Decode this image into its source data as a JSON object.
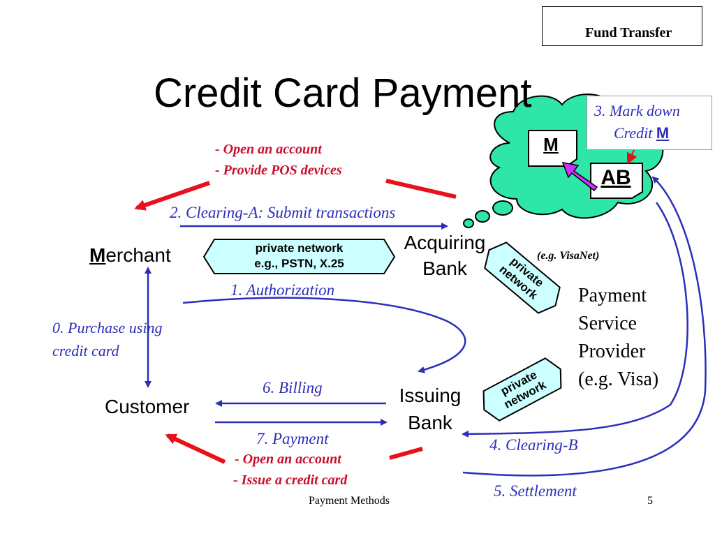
{
  "slide": {
    "title": "Credit Card Payment",
    "legend_label": "Fund Transfer",
    "footer_center": "Payment Methods",
    "footer_page": "5"
  },
  "nodes": {
    "merchant_initial": "M",
    "merchant_rest": "erchant",
    "customer": "Customer",
    "acquiring_bank_line1": "Acquiring",
    "acquiring_bank_line2": "Bank",
    "issuing_bank_line1": "Issuing",
    "issuing_bank_line2": "Bank",
    "psp_line1": "Payment",
    "psp_line2": "Service",
    "psp_line3": "Provider",
    "psp_line4": "(e.g. Visa)"
  },
  "cloud": {
    "box_m": "M",
    "box_ab": "AB",
    "note_line1": "3. Mark down",
    "note_line2_prefix": "Credit ",
    "note_line2_letter": "M"
  },
  "networks": {
    "merchant_acquirer_line1": "private network",
    "merchant_acquirer_line2": "e.g., PSTN, X.25",
    "acquirer_psp_line1": "private",
    "acquirer_psp_line2": "network",
    "acquirer_psp_example": "(e.g. VisaNet)",
    "issuer_psp_line1": "private",
    "issuer_psp_line2": "network"
  },
  "steps": {
    "purchase_line1": "0. Purchase using",
    "purchase_line2": "credit card",
    "authorization": "1. Authorization",
    "clearing_a": "2. Clearing-A: Submit transactions",
    "clearing_b": "4. Clearing-B",
    "settlement": "5. Settlement",
    "billing": "6. Billing",
    "payment": "7. Payment"
  },
  "relationships": {
    "acquirer_line1": "- Open an account",
    "acquirer_line2": "- Provide POS devices",
    "issuer_line1": "- Open an account",
    "issuer_line2": "- Issue a credit card"
  },
  "colors": {
    "flow_blue": "#2b2fb8",
    "relation_red": "#e8101a",
    "fund_transfer_purple": "#cc33ff",
    "cloud_green": "#2ee6a8",
    "network_cyan": "#ccffff"
  }
}
